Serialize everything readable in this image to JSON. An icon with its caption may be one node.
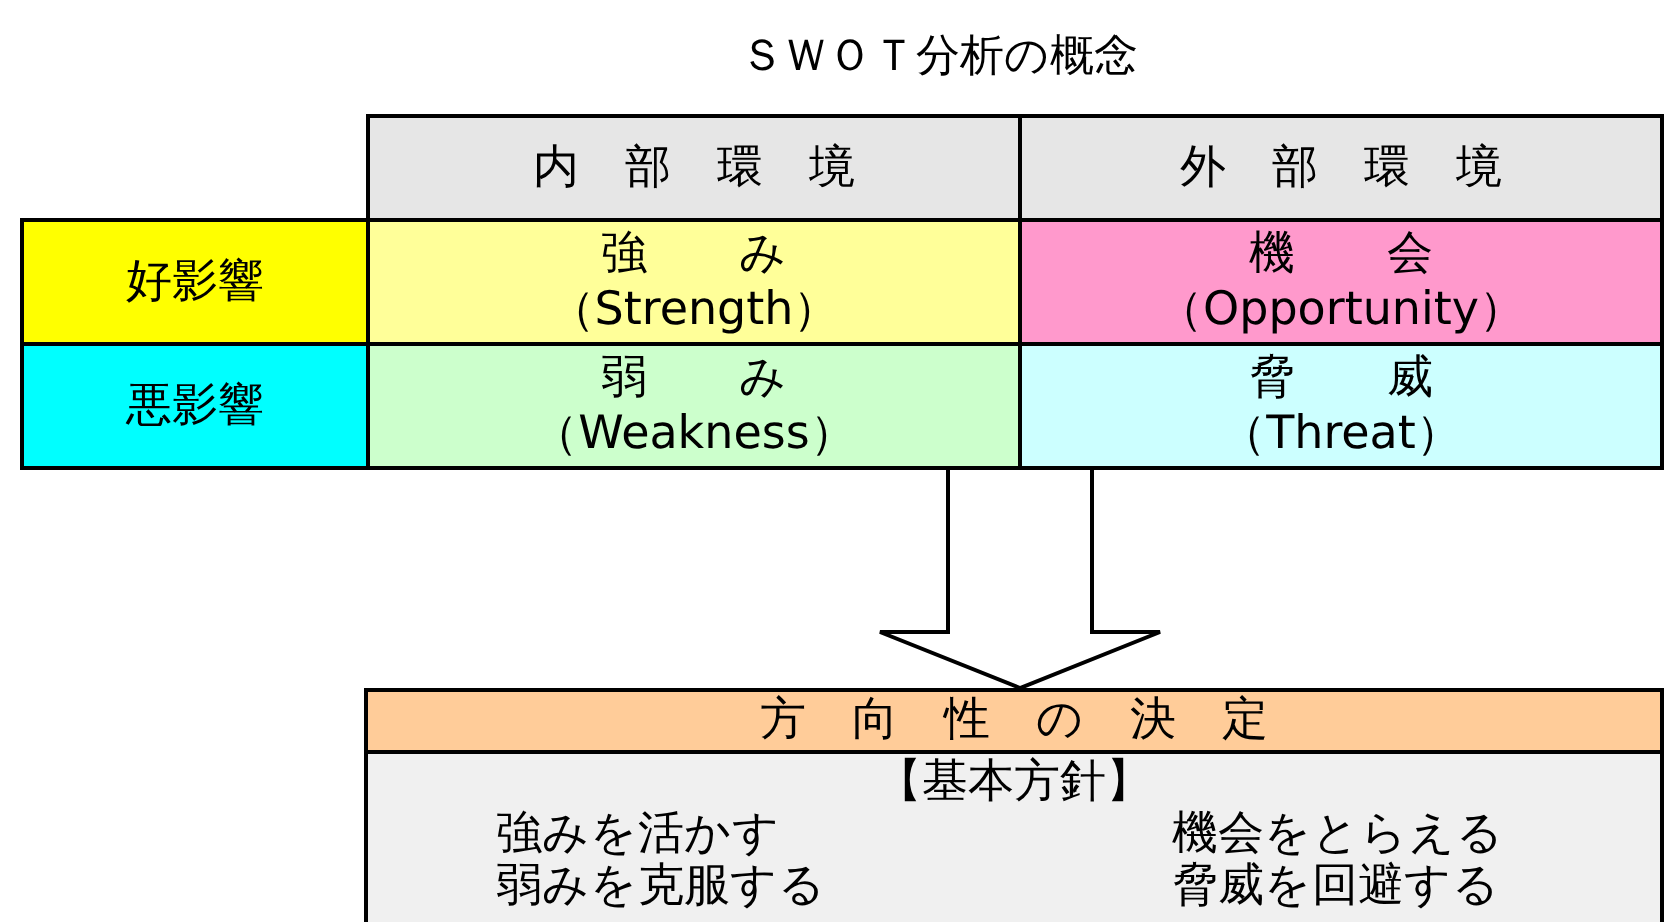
{
  "diagram": {
    "title": "ＳＷＯＴ分析の概念",
    "nodes": [
      {
        "text": [],
        "shape": "box"
      },
      {
        "text": [
          "内　部　環　境"
        ],
        "in": 0
      },
      {
        "text": [
          "外　部　環　境"
        ],
        "in": 0
      },
      {
        "text": [
          "好影響"
        ],
        "in": 0
      },
      {
        "text": [
          "強　　み",
          "（Strength）"
        ],
        "in": 0
      },
      {
        "text": [
          "機　　会",
          "（Opportunity）"
        ],
        "in": 0
      },
      {
        "text": [
          "悪影響"
        ],
        "in": 0
      },
      {
        "text": [
          "弱　　み",
          "（Weakness）"
        ],
        "in": 0
      },
      {
        "text": [
          "脅　　威",
          "（Threat）"
        ],
        "in": 0
      },
      {
        "text": [],
        "shape": "box"
      },
      {
        "text": [
          "方　向　性　の　決　定"
        ],
        "in": 9
      },
      {
        "text": [
          "【基本方針】",
          "強みを活かす",
          "機会をとらえる",
          "弱みを克服する",
          "脅威を回避する"
        ],
        "in": 9
      }
    ],
    "edges": [
      {
        "from": 0,
        "to": 9,
        "arrow": "to"
      }
    ]
  }
}
